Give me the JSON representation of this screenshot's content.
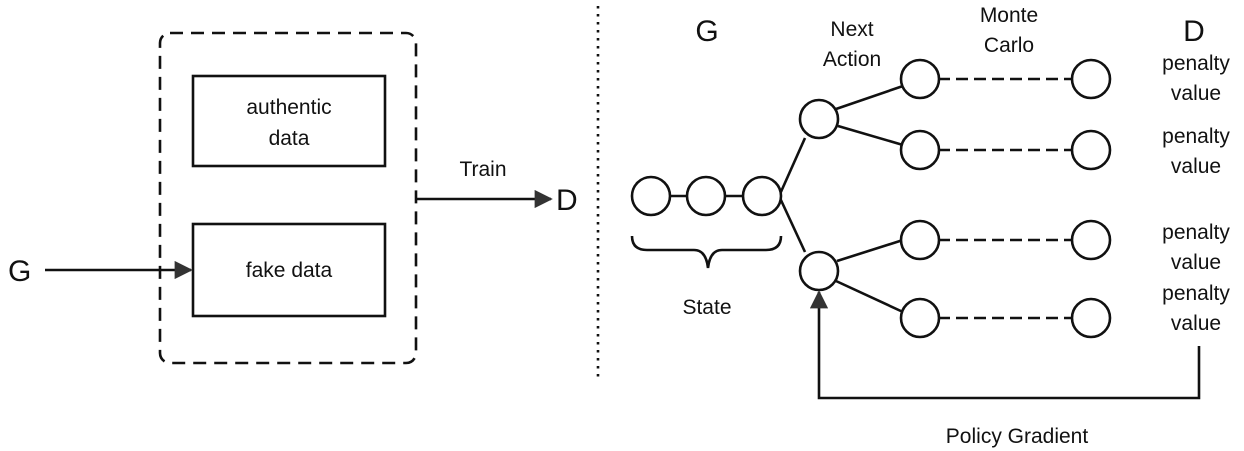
{
  "left": {
    "authentic_line1": "authentic",
    "authentic_line2": "data",
    "fake": "fake data",
    "g": "G",
    "train": "Train",
    "d": "D"
  },
  "right": {
    "g": "G",
    "next_line1": "Next",
    "next_line2": "Action",
    "mc_line1": "Monte",
    "mc_line2": "Carlo",
    "d": "D",
    "state": "State",
    "penalties": [
      {
        "line1": "penalty",
        "line2": "value"
      },
      {
        "line1": "penalty",
        "line2": "value"
      },
      {
        "line1": "penalty",
        "line2": "value"
      },
      {
        "line1": "penalty",
        "line2": "value"
      }
    ],
    "policy": "Policy Gradient"
  }
}
